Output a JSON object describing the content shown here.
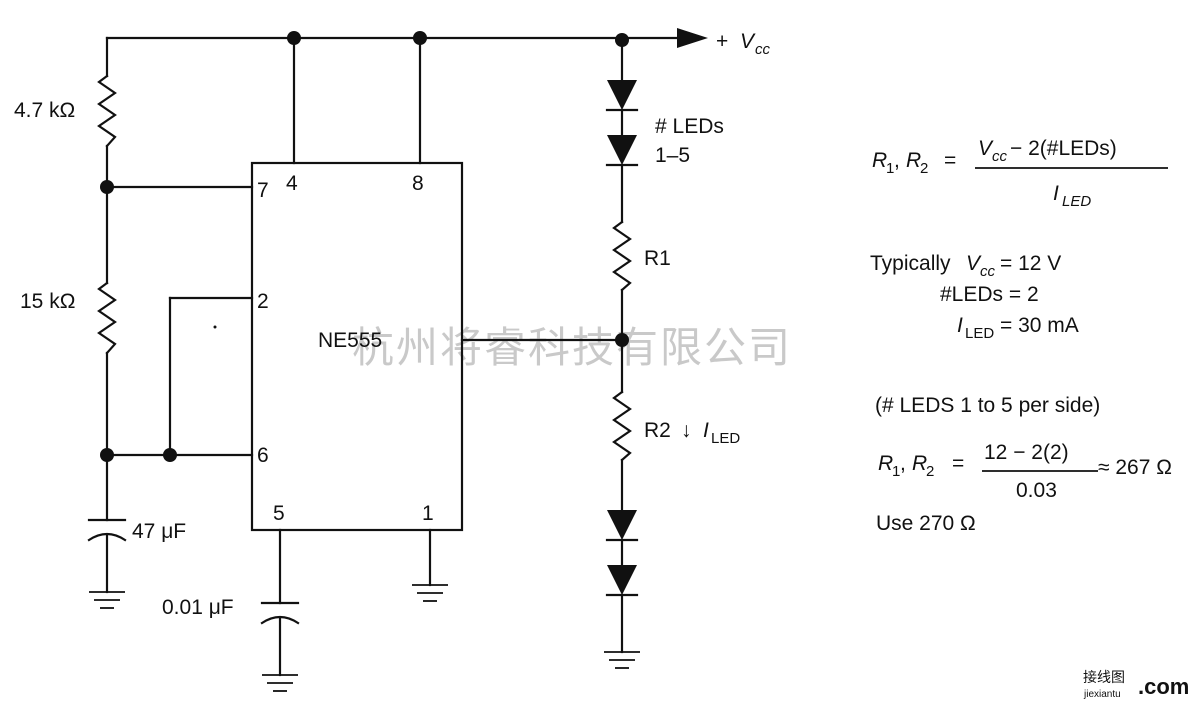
{
  "supply": {
    "prefix": "+",
    "symbol": "V",
    "subscript": "cc"
  },
  "ic": {
    "name": "NE555",
    "pins": {
      "p4": "4",
      "p8": "8",
      "p7": "7",
      "p2": "2",
      "p6": "6",
      "p5": "5",
      "p1": "1"
    }
  },
  "components": {
    "r_top": "4.7 kΩ",
    "r_mid": "15 kΩ",
    "c_timing": "47 μF",
    "c_control": "0.01 μF",
    "led_label_line1": "# LEDs",
    "led_label_line2": "1–5",
    "r1": "R1",
    "r2": "R2",
    "arrow": "↓",
    "i_led_symbol": "I",
    "i_led_sub": "LED"
  },
  "formula1": {
    "lhs_r1": "R",
    "lhs_r1_sub": "1",
    "lhs_sep": ", ",
    "lhs_r2": "R",
    "lhs_r2_sub": "2",
    "equals": "=",
    "num_v": "V",
    "num_v_sub": "cc",
    "num_rest": " − 2(#LEDs)",
    "den_i": "I",
    "den_i_sub": "LED"
  },
  "typical": {
    "line1_prefix": "Typically ",
    "line1_v": "V",
    "line1_v_sub": "cc",
    "line1_value": " = 12 V",
    "line2": "#LEDs = 2",
    "line3_i": "I",
    "line3_sub": "LED",
    "line3_value": " = 30 mA"
  },
  "note": "(# LEDS 1 to 5 per side)",
  "formula2": {
    "lhs_r1": "R",
    "lhs_r1_sub": "1",
    "lhs_sep": ", ",
    "lhs_r2": "R",
    "lhs_r2_sub": "2",
    "equals": "=",
    "numerator": "12 − 2(2)",
    "denominator": "0.03",
    "result": "≈ 267 Ω"
  },
  "use_value": "Use 270 Ω",
  "watermark": {
    "text": "杭州将睿科技有限公司",
    "site": "接线图",
    "site_url_text": "jiexiantu",
    "domain": ".com"
  }
}
